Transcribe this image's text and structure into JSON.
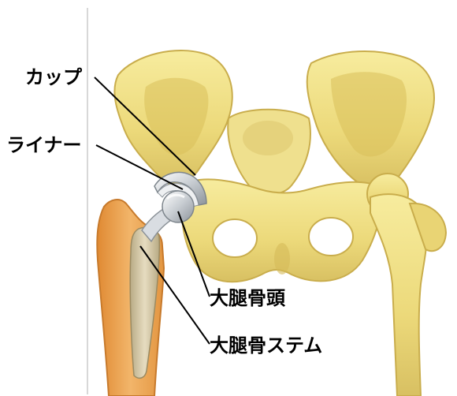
{
  "labels": {
    "cup": "カップ",
    "liner": "ライナー",
    "femoral_head": "大腿骨頭",
    "femoral_stem": "大腿骨ステム"
  },
  "colors": {
    "bone": "#ecd97a",
    "bone_shadow": "#c6a944",
    "bone_highlight": "#f8eeb0",
    "femur_implanted": "#e9a04a",
    "implant_metal": "#c9ced3",
    "leader_line": "#000000",
    "edge_line": "#cfcfcf"
  }
}
